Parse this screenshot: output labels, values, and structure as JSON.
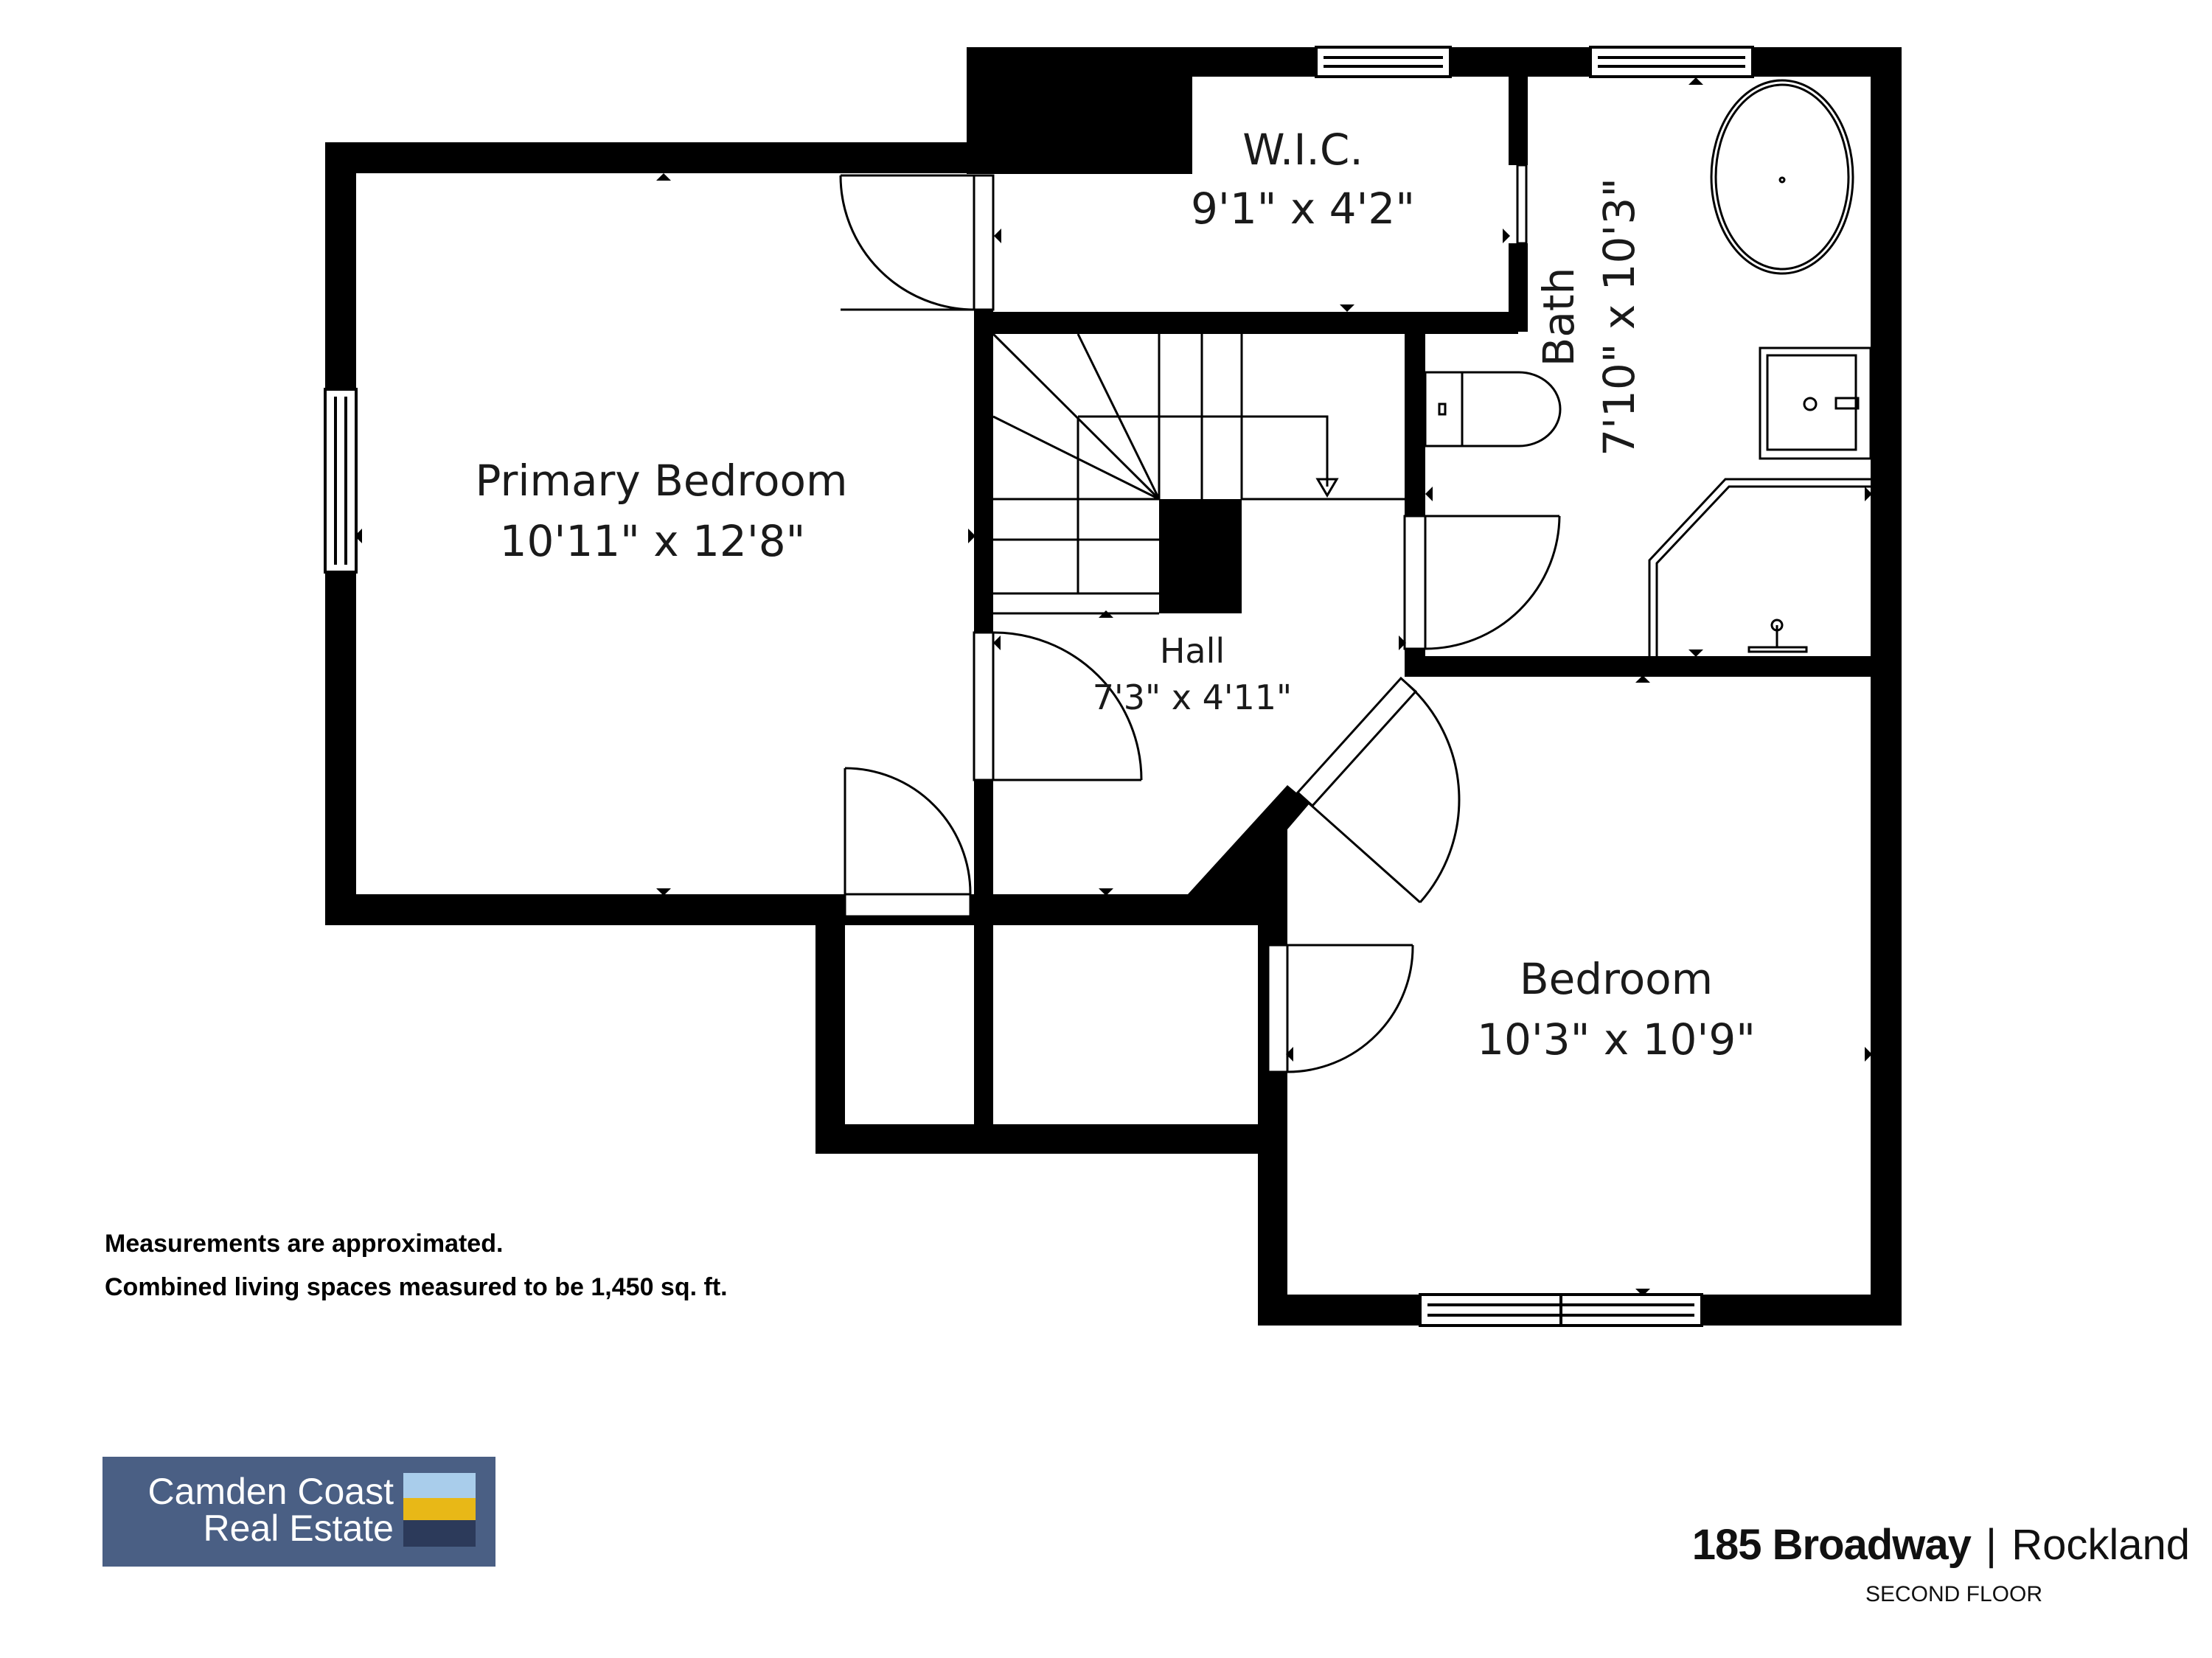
{
  "rooms": {
    "primary": {
      "name": "Primary Bedroom",
      "dims": "10'11\" x 12'8\""
    },
    "wic": {
      "name": "W.I.C.",
      "dims": "9'1\" x 4'2\""
    },
    "bath": {
      "name": "Bath",
      "dims": "7'10\" x 10'3\""
    },
    "hall": {
      "name": "Hall",
      "dims": "7'3\" x 4'11\""
    },
    "bedroom": {
      "name": "Bedroom",
      "dims": "10'3\" x 10'9\""
    }
  },
  "notes": {
    "line1": "Measurements are approximated.",
    "line2": "Combined living spaces measured to be 1,450 sq. ft."
  },
  "logo": {
    "line1": "Camden Coast",
    "line2": "Real Estate",
    "colors": {
      "sky": "#a9cdeb",
      "sun": "#e8b817",
      "sea": "#2c3a5a",
      "panel": "#4a5f84"
    }
  },
  "address": {
    "street": "185 Broadway",
    "separator": "|",
    "town": "Rockland",
    "floor": "SECOND FLOOR"
  },
  "colors": {
    "wall": "#000000",
    "line": "#000000"
  }
}
